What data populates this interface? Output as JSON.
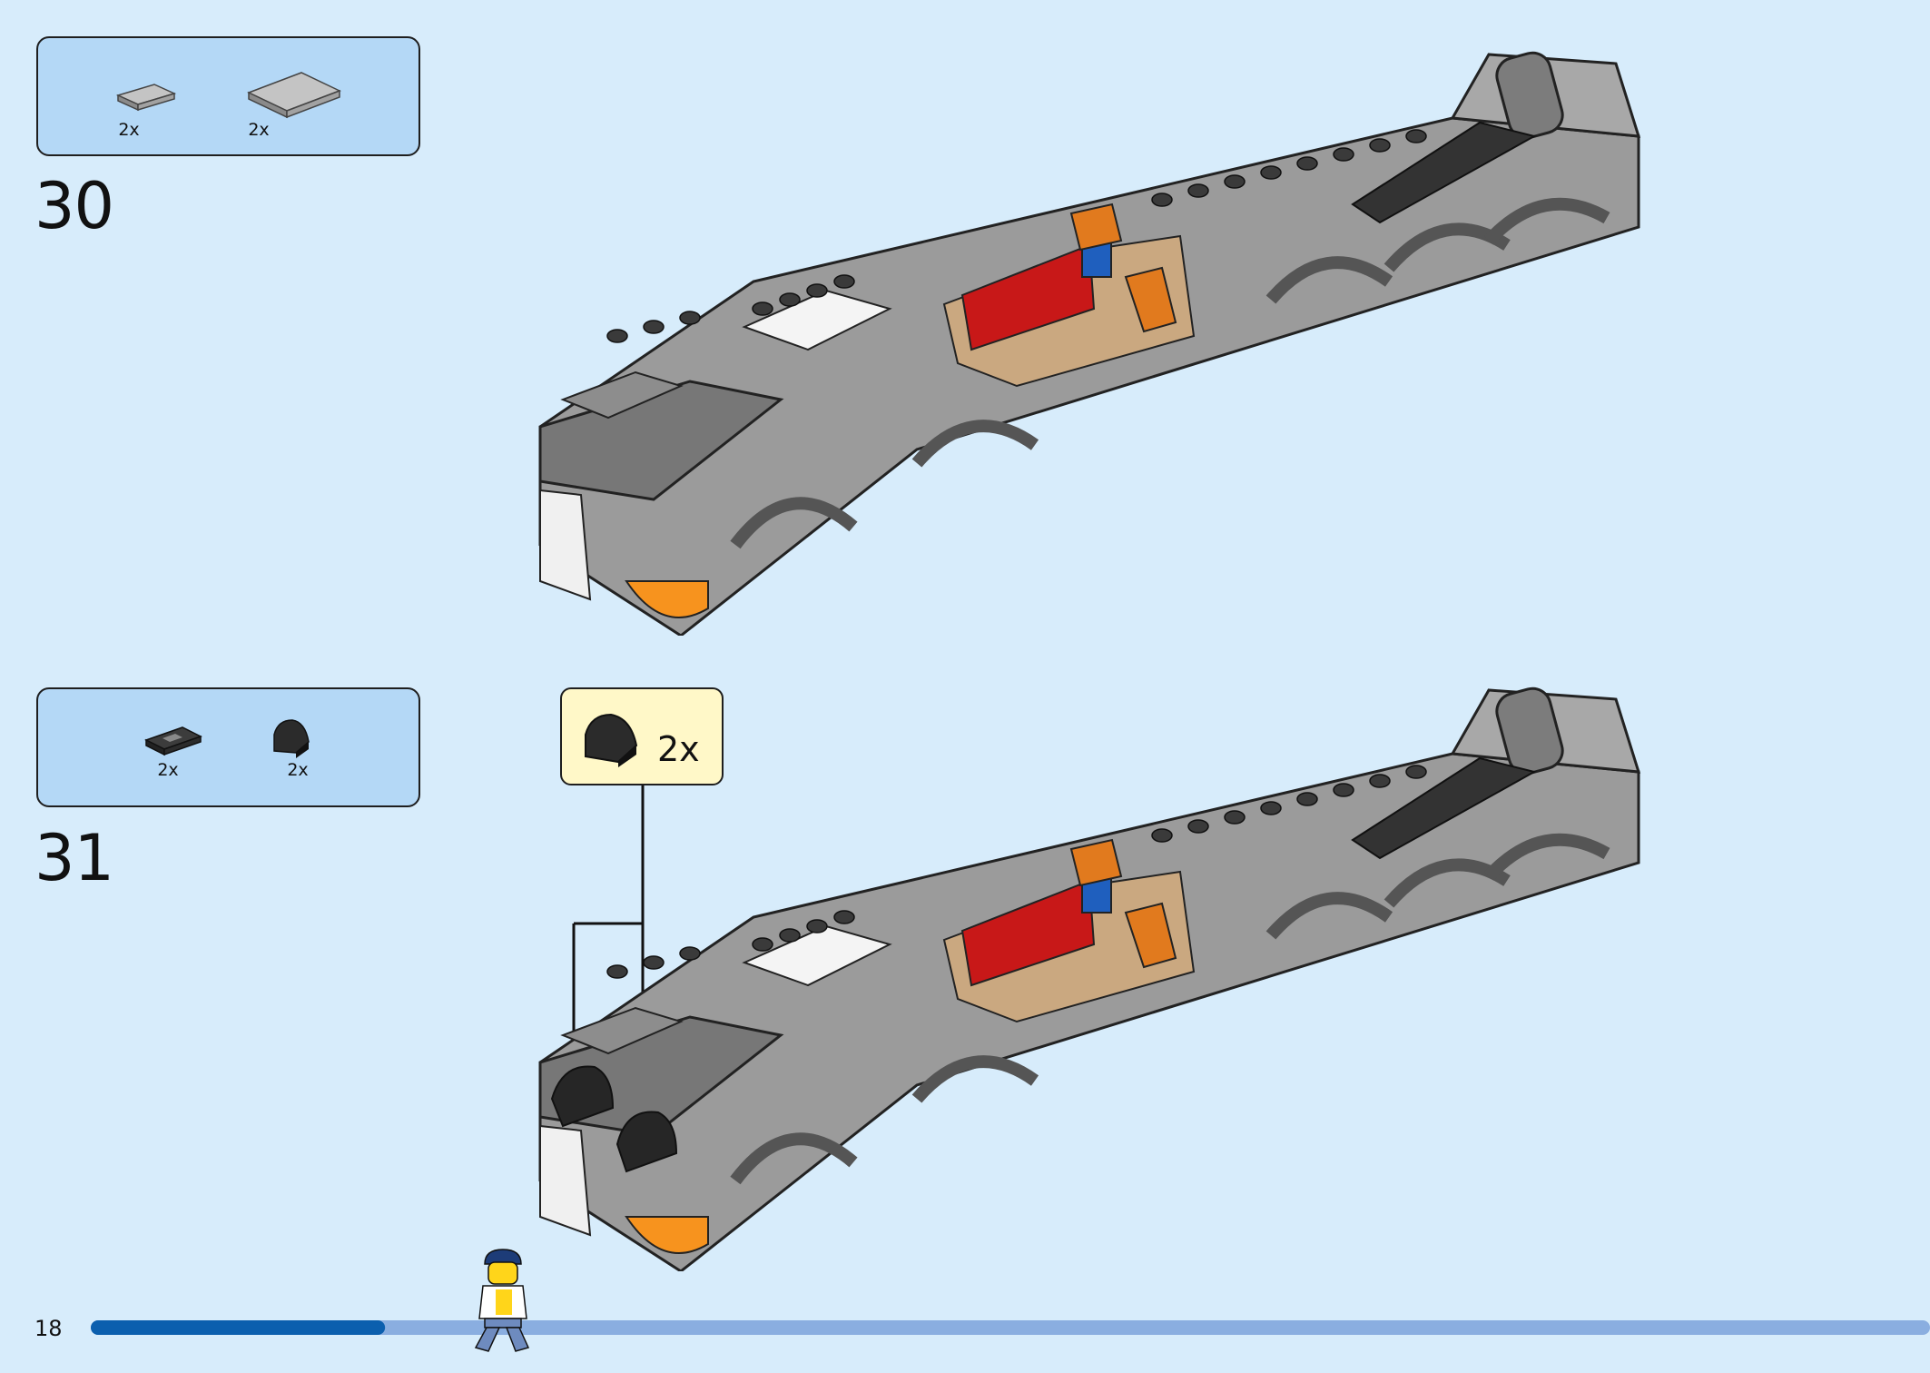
{
  "page": {
    "number": "18"
  },
  "steps": [
    {
      "number": "30",
      "parts": [
        {
          "qty": "2x",
          "icon": "gray-tile-1x2-icon"
        },
        {
          "qty": "2x",
          "icon": "gray-tile-2x4-icon"
        }
      ]
    },
    {
      "number": "31",
      "parts": [
        {
          "qty": "2x",
          "icon": "dark-grille-tile-icon"
        },
        {
          "qty": "2x",
          "icon": "black-curved-slope-icon"
        }
      ],
      "callout": {
        "qty": "2x",
        "icon": "black-curved-slope-icon"
      }
    }
  ],
  "progress": {
    "fraction": 0.16
  },
  "colors": {
    "background": "#d7ecfb",
    "parts_box": "#b4d8f6",
    "callout": "#fff8c8",
    "progress_done": "#0b5fae",
    "progress_remaining": "#8aaee0"
  }
}
